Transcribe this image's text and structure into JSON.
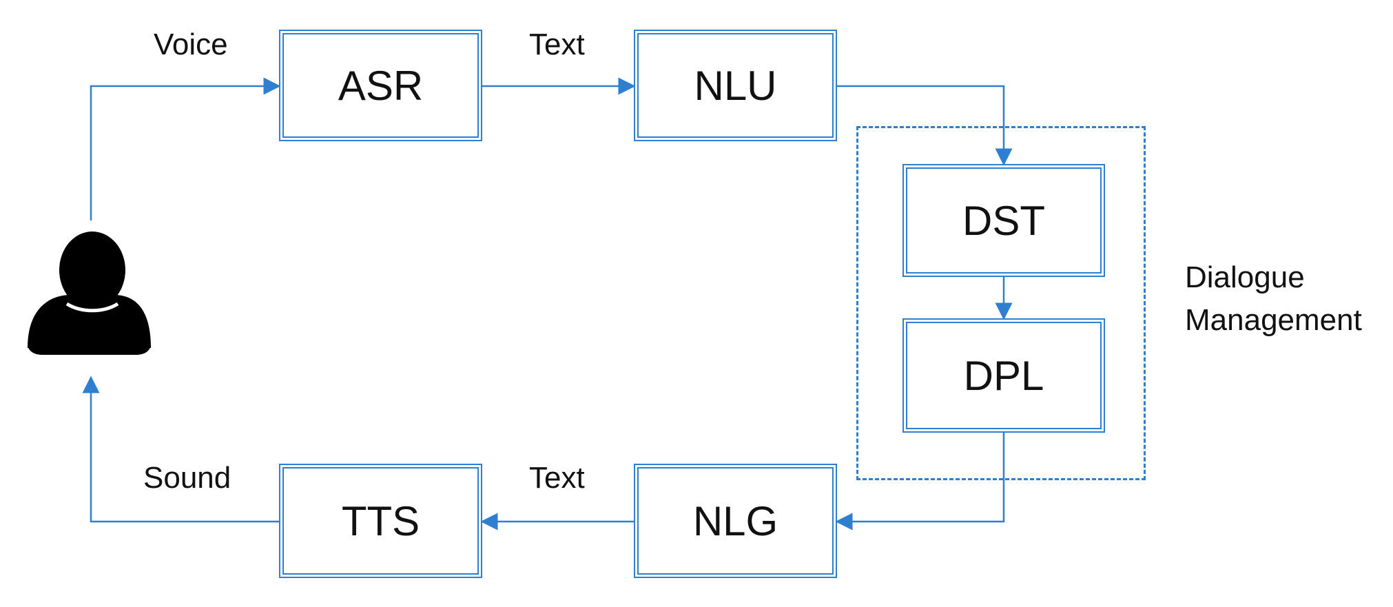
{
  "diagram": {
    "modules": {
      "asr": "ASR",
      "nlu": "NLU",
      "dst": "DST",
      "dpl": "DPL",
      "nlg": "NLG",
      "tts": "TTS"
    },
    "edge_labels": {
      "voice": "Voice",
      "text_top": "Text",
      "text_bottom": "Text",
      "sound": "Sound"
    },
    "group": {
      "line1": "Dialogue",
      "line2": "Management"
    },
    "colors": {
      "accent": "#2f7fd0",
      "user_icon": "#000000",
      "text": "#111111"
    },
    "icons": {
      "user": "user-icon"
    }
  }
}
